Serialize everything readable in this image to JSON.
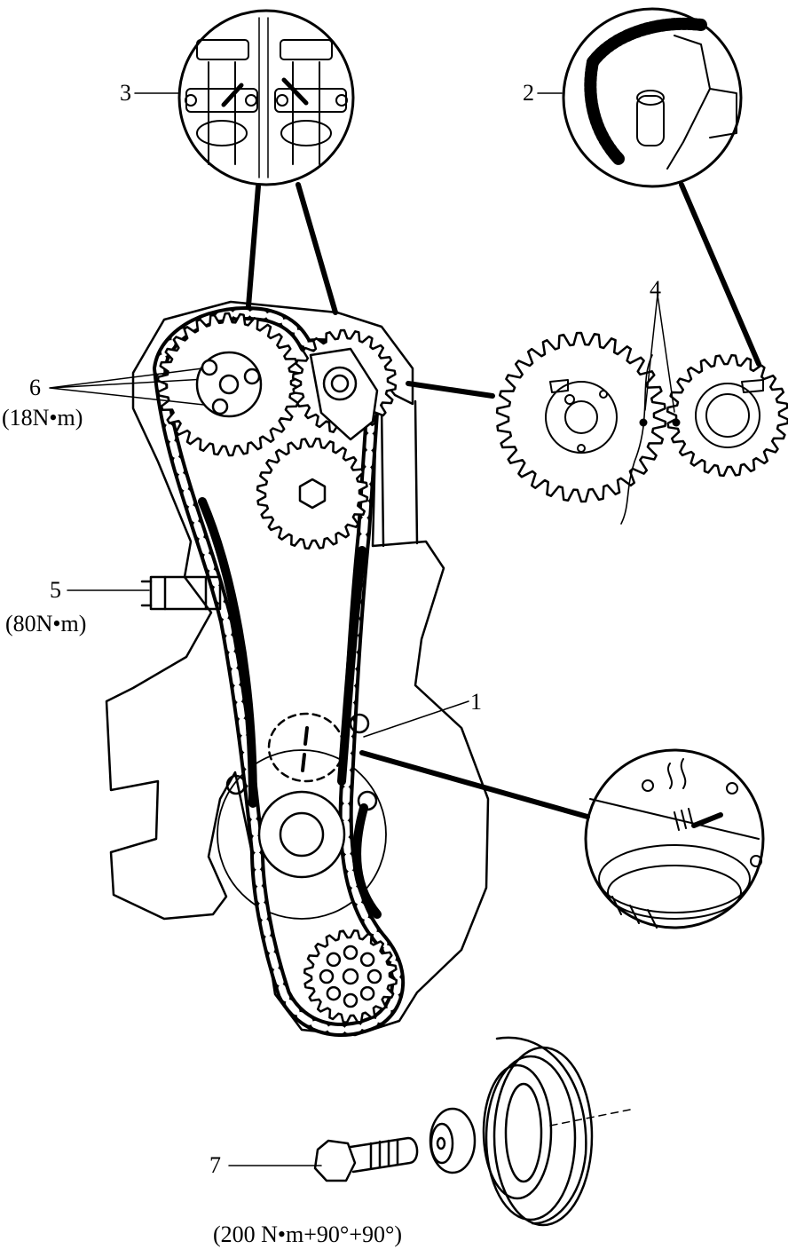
{
  "callouts": {
    "c1": "1",
    "c2": "2",
    "c3": "3",
    "c4": "4",
    "c5": "5",
    "c6": "6",
    "c7": "7"
  },
  "torques": {
    "bolt6": "(18N•m)",
    "sensor5": "(80N•m)",
    "bolt7": "(200 N•m+90°+90°)"
  },
  "colors": {
    "ink": "#000000",
    "paper": "#ffffff"
  }
}
